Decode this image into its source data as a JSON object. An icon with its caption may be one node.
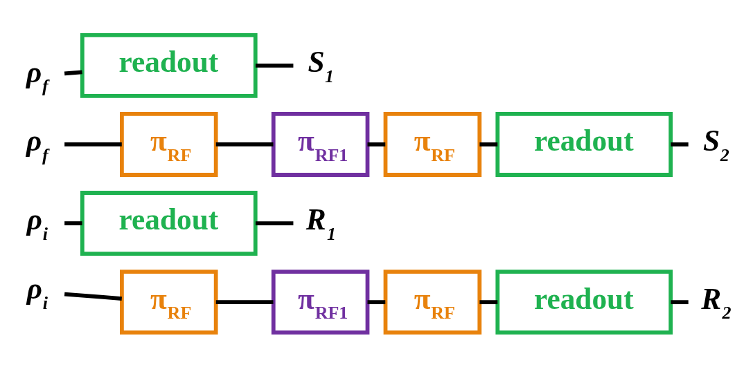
{
  "diagram": {
    "nodes": [
      {
        "text": [
          "ρ$_{f}$"
        ]
      },
      {
        "text": [
          "readout"
        ]
      },
      {
        "text": [
          "S$_{1}$"
        ]
      },
      {
        "text": [
          "ρ$_{f}$"
        ]
      },
      {
        "text": [
          "π$_{RF}$"
        ]
      },
      {
        "text": [
          "π$_{RF1}$"
        ]
      },
      {
        "text": [
          "π$_{RF}$"
        ]
      },
      {
        "text": [
          "readout"
        ]
      },
      {
        "text": [
          "S$_{2}$"
        ]
      },
      {
        "text": [
          "ρ$_{i}$"
        ]
      },
      {
        "text": [
          "readout"
        ]
      },
      {
        "text": [
          "R$_{1}$"
        ]
      },
      {
        "text": [
          "ρ$_{i}$"
        ]
      },
      {
        "text": [
          "π$_{RF}$"
        ]
      },
      {
        "text": [
          "π$_{RF1}$"
        ]
      },
      {
        "text": [
          "π$_{RF}$"
        ]
      },
      {
        "text": [
          "readout"
        ]
      },
      {
        "text": [
          "R$_{2}$"
        ]
      }
    ],
    "edges": [
      {
        "from": 0,
        "to": 1,
        "arrow": "none"
      },
      {
        "from": 1,
        "to": 2,
        "arrow": "none"
      },
      {
        "from": 3,
        "to": 4,
        "arrow": "none"
      },
      {
        "from": 4,
        "to": 5,
        "arrow": "none"
      },
      {
        "from": 5,
        "to": 6,
        "arrow": "none"
      },
      {
        "from": 6,
        "to": 7,
        "arrow": "none"
      },
      {
        "from": 7,
        "to": 8,
        "arrow": "none"
      },
      {
        "from": 9,
        "to": 10,
        "arrow": "none"
      },
      {
        "from": 10,
        "to": 11,
        "arrow": "none"
      },
      {
        "from": 12,
        "to": 13,
        "arrow": "none"
      },
      {
        "from": 13,
        "to": 14,
        "arrow": "none"
      },
      {
        "from": 14,
        "to": 15,
        "arrow": "none"
      },
      {
        "from": 15,
        "to": 16,
        "arrow": "none"
      },
      {
        "from": 16,
        "to": 17,
        "arrow": "none"
      }
    ]
  }
}
